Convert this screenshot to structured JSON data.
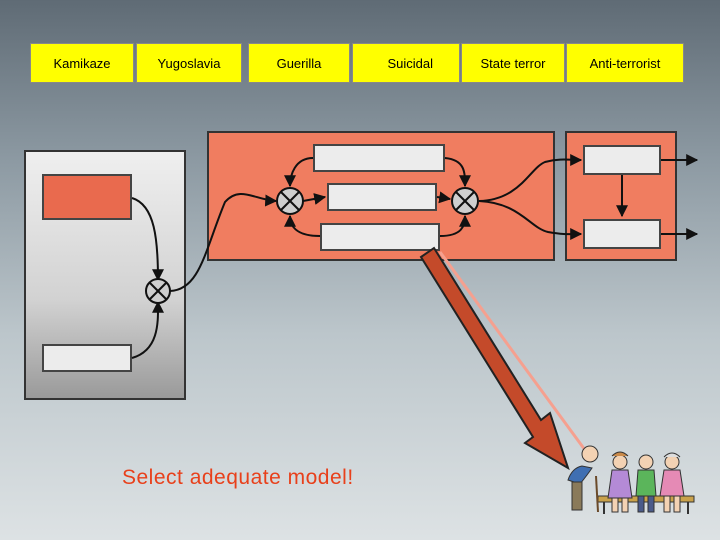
{
  "top_buttons": [
    {
      "label": "Kamikaze"
    },
    {
      "label": "Yugoslavia"
    },
    {
      "label": "Guerilla"
    },
    {
      "label": "Suicidal"
    },
    {
      "label": "State terror"
    },
    {
      "label": "Anti-terrorist"
    }
  ],
  "prompt": {
    "text": "Select adequate model!"
  },
  "colors": {
    "button": "#ffff00",
    "model_panel": "#f07d60",
    "left_panel": "#dcdcdc",
    "arrow": "#c44a2a",
    "prompt": "#e8401b"
  },
  "icons": [
    "multiply-junction-icon",
    "arrow-icon",
    "elderly-people-illustration"
  ]
}
